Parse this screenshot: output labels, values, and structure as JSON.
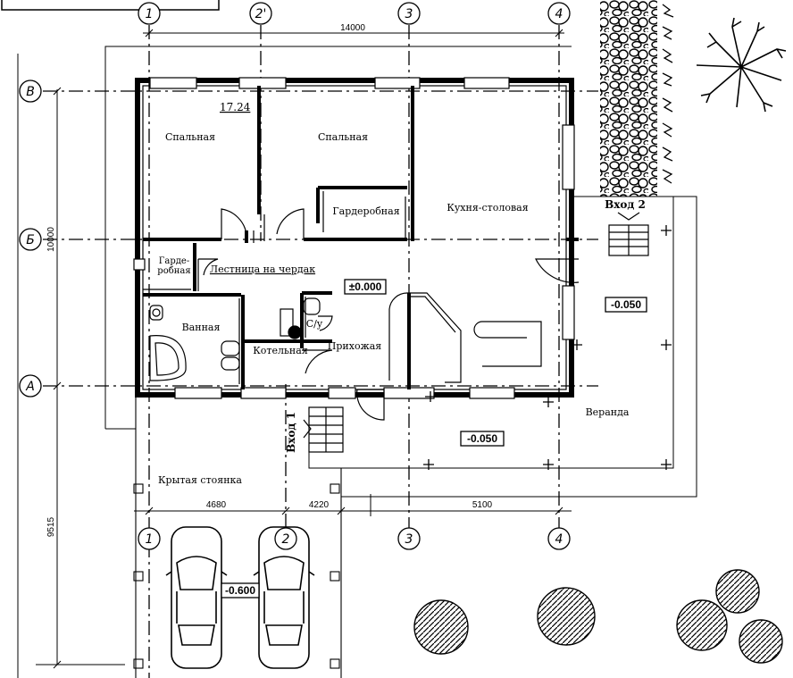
{
  "rooms": {
    "bedroom_1": "Спальная",
    "bedroom_2": "Спальная",
    "area_label": "17.24",
    "wardrobe_1": "Гардеробная",
    "kitchen": "Кухня-столовая",
    "wardrobe_2_line1": "Гарде-",
    "wardrobe_2_line2": "робная",
    "stairs_attic": "Лестница на чердак",
    "bathroom": "Ванная",
    "wc": "С/у",
    "boiler": "Котельная",
    "hall": "Прихожая",
    "veranda": "Веранда",
    "parking": "Крытая стоянка"
  },
  "entrances": {
    "entrance_1": "Вход 1",
    "entrance_2": "Вход 2"
  },
  "levels": {
    "main": "±0.000",
    "veranda_upper": "-0.050",
    "veranda_lower": "-0.050",
    "parking": "-0.600"
  },
  "dimensions": {
    "total_width": "14000",
    "height_main": "10000",
    "height_parking": "9515",
    "seg_1": "4680",
    "seg_2": "4220",
    "seg_3": "5100"
  },
  "axes": {
    "top": [
      "1",
      "2'",
      "3",
      "4"
    ],
    "bottom": [
      "1",
      "2",
      "3",
      "4"
    ],
    "rows": [
      "В",
      "Б",
      "А"
    ]
  }
}
